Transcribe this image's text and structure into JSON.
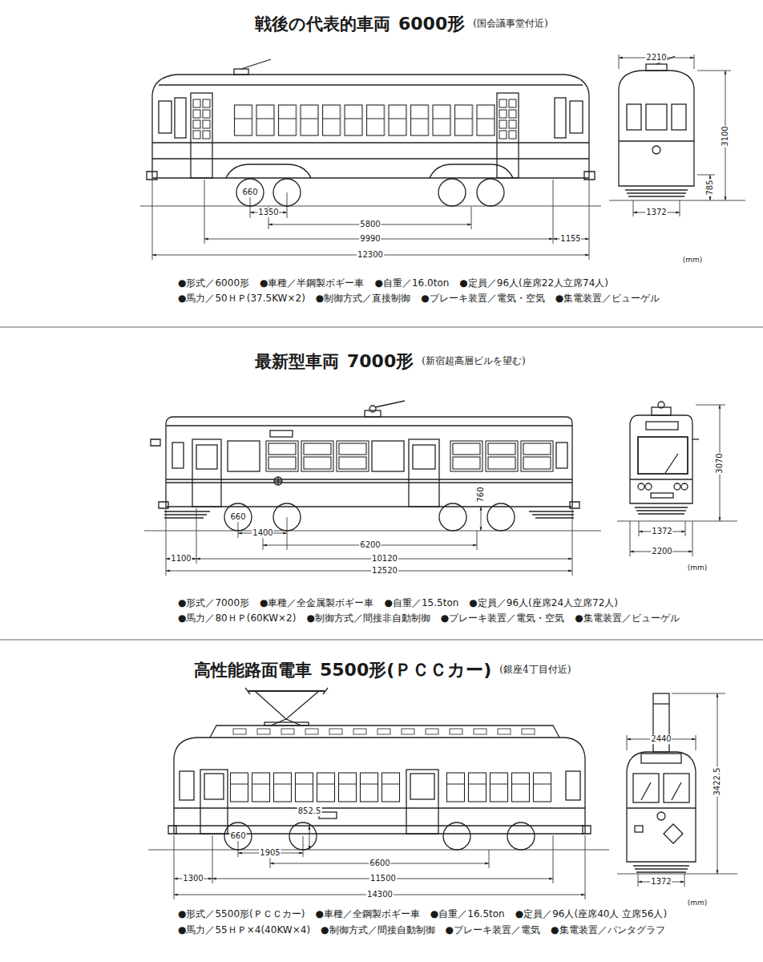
{
  "diagram": {
    "labels": [
      "戦後の代表的車両",
      "6000形",
      "(国会議事堂付近)",
      "2210",
      "3100",
      "785",
      "1372",
      "660",
      "1350",
      "5800",
      "9990",
      "1155",
      "12300",
      "(mm)",
      "●形式／6000形",
      "●車種／半鋼製ボギー車",
      "●自重／16.0ton",
      "●定員／96人(座席22人立席74人)",
      "●馬力／50ＨＰ(37.5KW×2)",
      "●制御方式／直接制御",
      "●ブレーキ装置／電気・空気",
      "●集電装置／ビューゲル",
      "最新型車両",
      "7000形",
      "(新宿超高層ビルを望む)",
      "660",
      "760",
      "1400",
      "6200",
      "1100",
      "10120",
      "12520",
      "3070",
      "1372",
      "2200",
      "(mm)",
      "●形式／7000形",
      "●車種／全金属製ボギー車",
      "●自重／15.5ton",
      "●定員／96人(座席24人立席72人)",
      "●馬力／80ＨＰ(60KW×2)",
      "●制御方式／間接非自動制御",
      "●ブレーキ装置／電気・空気",
      "●集電装置／ビューゲル",
      "高性能路面電車",
      "5500形(ＰＣＣカー)",
      "(銀座4丁目付近)",
      "660",
      "852.5",
      "1905",
      "6600",
      "1300",
      "11500",
      "14300",
      "2440",
      "3422.5",
      "1372",
      "(mm)",
      "●形式／5500形(ＰＣＣカー)",
      "●車種／全鋼製ボギー車",
      "●自重／16.5ton",
      "●定員／96人(座席40人 立席56人)",
      "●馬力／55ＨＰ×4(40KW×4)",
      "●制御方式／間接自動制御",
      "●ブレーキ装置／電気",
      "●集電装置／パンタグラフ"
    ]
  }
}
